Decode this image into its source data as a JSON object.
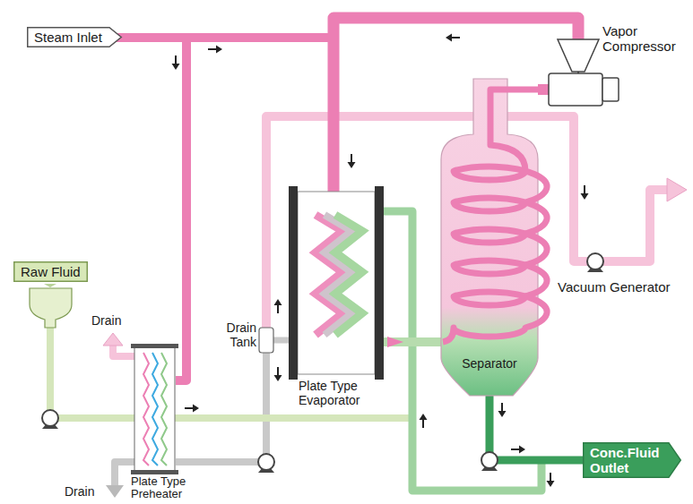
{
  "diagram": {
    "nodes": [
      {
        "text": [
          "Steam Inlet"
        ]
      },
      {
        "text": [
          "Separator"
        ]
      },
      {
        "text": [
          "Raw Fluid"
        ]
      },
      {
        "text": [
          "Conc.Fluid Outlet"
        ]
      }
    ],
    "edges": [
      {
        "from": 1,
        "to": 3,
        "arrow": "none"
      }
    ],
    "labels": [
      "Vapor Compressor",
      "Vacuum Generator",
      "Drain",
      "Drain Tank",
      "Plate Type Evaporator",
      "Drain",
      "Plate Type Preheater"
    ]
  }
}
